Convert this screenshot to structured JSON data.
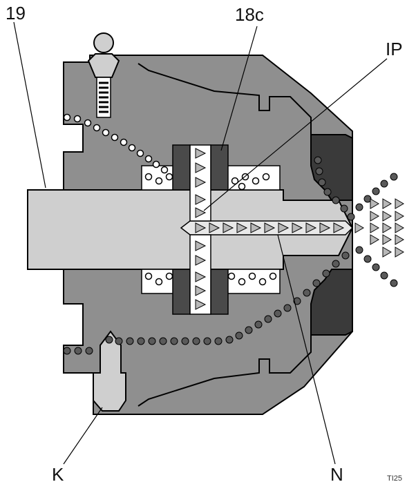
{
  "callouts": {
    "label_19": "19",
    "label_18c": "18c",
    "label_ip": "IP",
    "label_k": "K",
    "label_n": "N"
  },
  "figure_ref": "TI25",
  "colors": {
    "body": "#8f8f8f",
    "shaft": "#cfcfcf",
    "seal": "#4a4a4a",
    "cap": "#3a3a3a",
    "dot_fill": "#5a5a5a",
    "outline": "#000000"
  }
}
